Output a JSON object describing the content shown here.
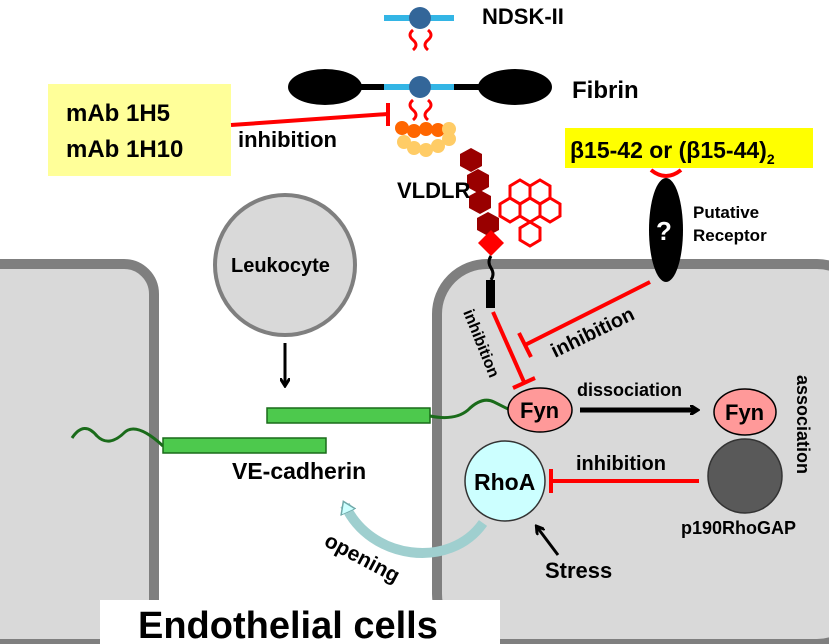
{
  "labels": {
    "ndsk": "NDSK-II",
    "fibrin": "Fibrin",
    "mab1": "mAb 1H5",
    "mab2": "mAb 1H10",
    "inhibition_mab": "inhibition",
    "beta_part1": "β15-42 or (β15-44)",
    "beta_sub": "2",
    "vldlr": "VLDLR",
    "putative1": "Putative",
    "putative2": "Receptor",
    "question": "?",
    "leukocyte": "Leukocyte",
    "inhibition_vert": "inhibition",
    "inhibition_diag": "inhibition",
    "fyn_left": "Fyn",
    "fyn_right": "Fyn",
    "dissociation": "dissociation",
    "association": "association",
    "inhibition_rhoa": "inhibition",
    "rhoa": "RhoA",
    "p190": "p190RhoGAP",
    "stress": "Stress",
    "vecadherin": "VE-cadherin",
    "opening": "opening",
    "endothelial": "Endothelial cells"
  },
  "colors": {
    "cell_fill": "#d9d9d9",
    "cell_border": "#7f7f7f",
    "inhibit_red": "#ff0000",
    "highlight_yellow": "#ffff99",
    "beta_yellow": "#ffff00",
    "green_bar": "#4dc94d",
    "fyn_pink": "#ff9999",
    "rhoa_cyan": "#ccffff",
    "leukocyte_gray": "#d9d9d9",
    "dark_red": "#990000",
    "orange": "#ff6600",
    "light_orange": "#ffcc66",
    "navy_ball": "#336699",
    "blue_bar": "#33b5e5"
  }
}
